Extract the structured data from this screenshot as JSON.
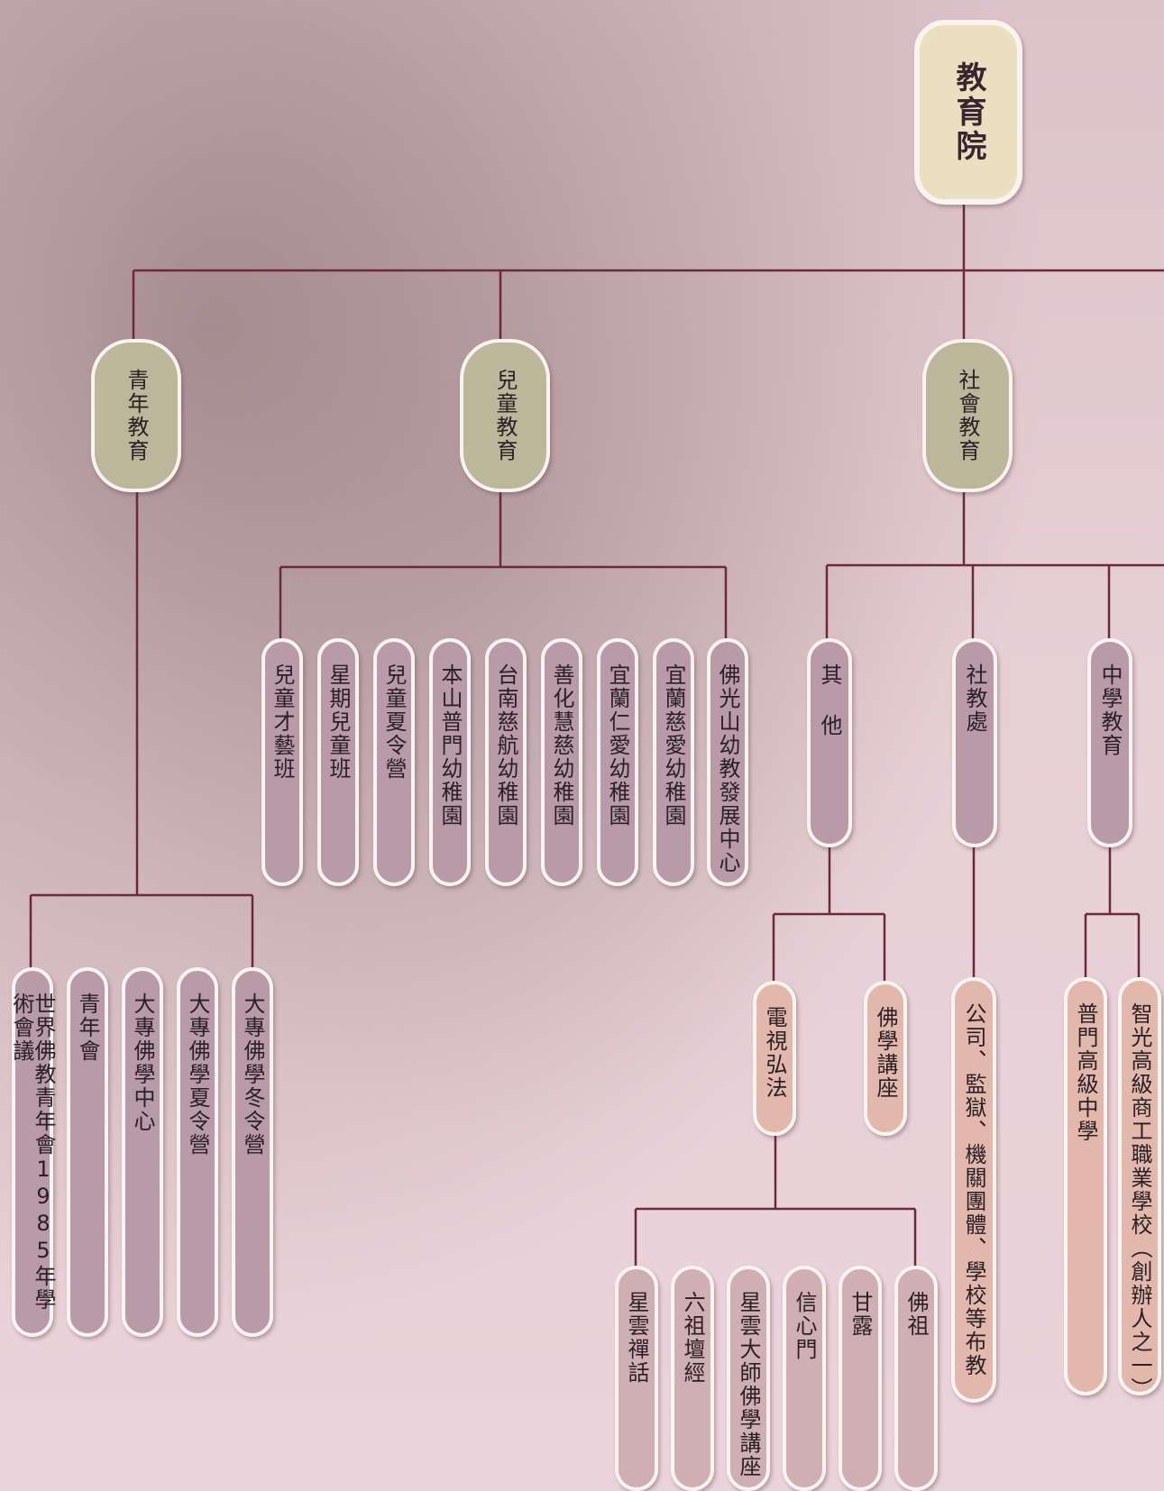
{
  "root": {
    "label": "教育院"
  },
  "level1": {
    "youth": "青年教育",
    "children": "兒童教育",
    "social": "社會教育"
  },
  "children_items": [
    "兒童才藝班",
    "星期兒童班",
    "兒童夏令營",
    "本山普門幼稚園",
    "台南慈航幼稚園",
    "善化慧慈幼稚園",
    "宜蘭仁愛幼稚園",
    "宜蘭慈愛幼稚園",
    "佛光山幼教發展中心"
  ],
  "youth_items": [
    "世界佛教青年會1985年學術會議",
    "青年會",
    "大專佛學中心",
    "大專佛學夏令營",
    "大專佛學冬令營"
  ],
  "social_sub": {
    "other": "其 他",
    "social_office": "社教處",
    "middle_school": "中學教育"
  },
  "other_items": {
    "tv": "電視弘法",
    "lecture": "佛學講座"
  },
  "tv_items": [
    "星雲禪話",
    "六祖壇經",
    "星雲大師佛學講座",
    "信心門",
    "甘露",
    "佛祖"
  ],
  "social_office_item": "公司、監獄、機關團體、學校等布教",
  "school_items": [
    "普門高級中學",
    "智光高級商工職業學校（創辦人之一）"
  ],
  "colors": {
    "root_fill": "#eadfc0",
    "level1_fill": "#bcb79a",
    "purple_fill": "#b99aa9",
    "peach_fill": "#e2b8ac",
    "line": "#6a2a3a",
    "border": "#fbf3ef"
  }
}
